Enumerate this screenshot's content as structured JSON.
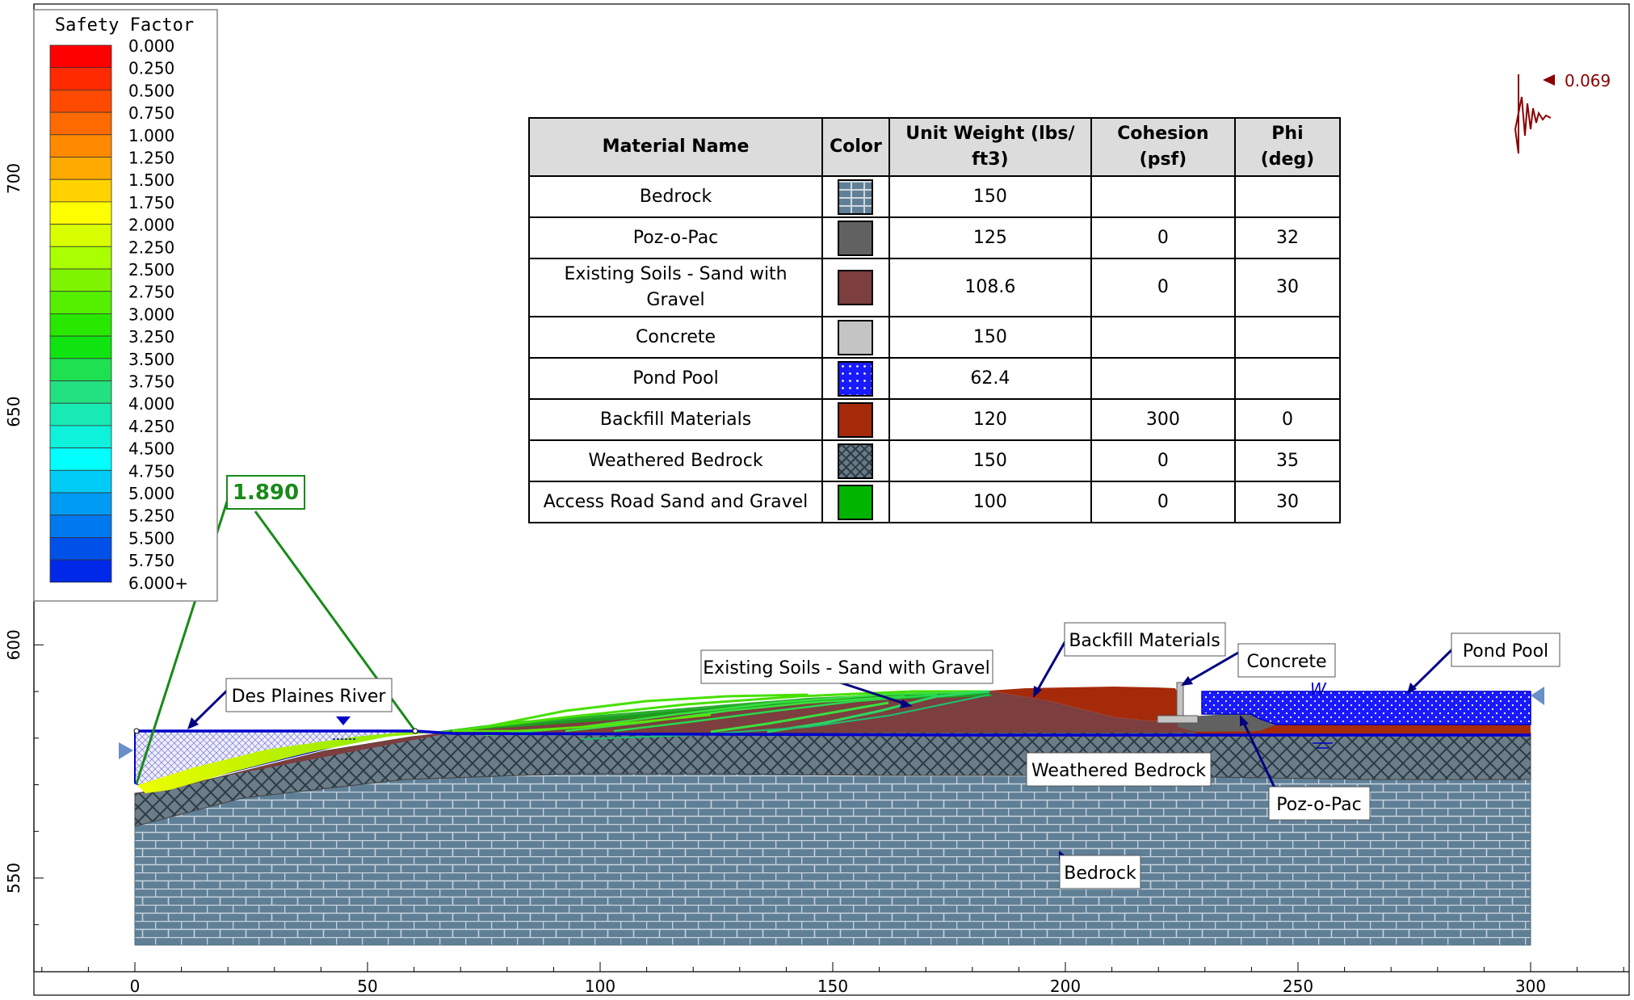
{
  "legend": {
    "title": "Safety Factor",
    "levels": [
      "0.000",
      "0.250",
      "0.500",
      "0.750",
      "1.000",
      "1.250",
      "1.500",
      "1.750",
      "2.000",
      "2.250",
      "2.500",
      "2.750",
      "3.000",
      "3.250",
      "3.500",
      "3.750",
      "4.000",
      "4.250",
      "4.500",
      "4.750",
      "5.000",
      "5.250",
      "5.500",
      "5.750",
      "6.000+"
    ],
    "colors": [
      "#ff0000",
      "#ff2a00",
      "#ff4a00",
      "#ff6a00",
      "#ff8a00",
      "#ffaa00",
      "#ffd200",
      "#ffff00",
      "#d7ff00",
      "#aaff00",
      "#7ff400",
      "#55f000",
      "#28e800",
      "#10e410",
      "#1ee050",
      "#23e080",
      "#17eab4",
      "#0ef2dc",
      "#00ffff",
      "#00ccf5",
      "#009bf2",
      "#0078ee",
      "#0050ea",
      "#0028e8",
      "#0000e6"
    ]
  },
  "materials_table": {
    "headers": {
      "name": "Material Name",
      "color": "Color",
      "unit_weight": "Unit Weight (lbs/ ft3)",
      "cohesion": "Cohesion (psf)",
      "phi": "Phi (deg)"
    },
    "rows": [
      {
        "name": "Bedrock",
        "unit_weight": "150",
        "cohesion": "",
        "phi": "",
        "swatch": "bedrock-pattern"
      },
      {
        "name": "Poz-o-Pac",
        "unit_weight": "125",
        "cohesion": "0",
        "phi": "32",
        "swatch": "#616161"
      },
      {
        "name": "Existing Soils - Sand with Gravel",
        "unit_weight": "108.6",
        "cohesion": "0",
        "phi": "30",
        "swatch": "#7c3e3e"
      },
      {
        "name": "Concrete",
        "unit_weight": "150",
        "cohesion": "",
        "phi": "",
        "swatch": "#c4c4c4"
      },
      {
        "name": "Pond Pool",
        "unit_weight": "62.4",
        "cohesion": "",
        "phi": "",
        "swatch": "blue-dotted-pattern"
      },
      {
        "name": "Backfill Materials",
        "unit_weight": "120",
        "cohesion": "300",
        "phi": "0",
        "swatch": "#a52a0a"
      },
      {
        "name": "Weathered Bedrock",
        "unit_weight": "150",
        "cohesion": "0",
        "phi": "35",
        "swatch": "weathered-pattern"
      },
      {
        "name": "Access Road Sand and Gravel",
        "unit_weight": "100",
        "cohesion": "0",
        "phi": "30",
        "swatch": "#00b400"
      }
    ]
  },
  "axes": {
    "x_ticks": [
      "0",
      "50",
      "100",
      "150",
      "200",
      "250",
      "300"
    ],
    "y_ticks": [
      "700",
      "650",
      "600",
      "550"
    ]
  },
  "min_safety_factor": "1.890",
  "seismic_coefficient": "0.069",
  "labels": {
    "des_plaines_river": "Des Plaines River",
    "existing_soils": "Existing Soils - Sand with Gravel",
    "backfill": "Backfill Materials",
    "concrete": "Concrete",
    "pond_pool": "Pond Pool",
    "weathered_bedrock": "Weathered Bedrock",
    "poz_o_pac": "Poz-o-Pac",
    "bedrock": "Bedrock"
  },
  "water_marker": "W",
  "colors": {
    "water_table": "#0000cc",
    "callout_arrow": "#000080",
    "slip_surface": "#008000",
    "seismic": "#8b0000"
  }
}
